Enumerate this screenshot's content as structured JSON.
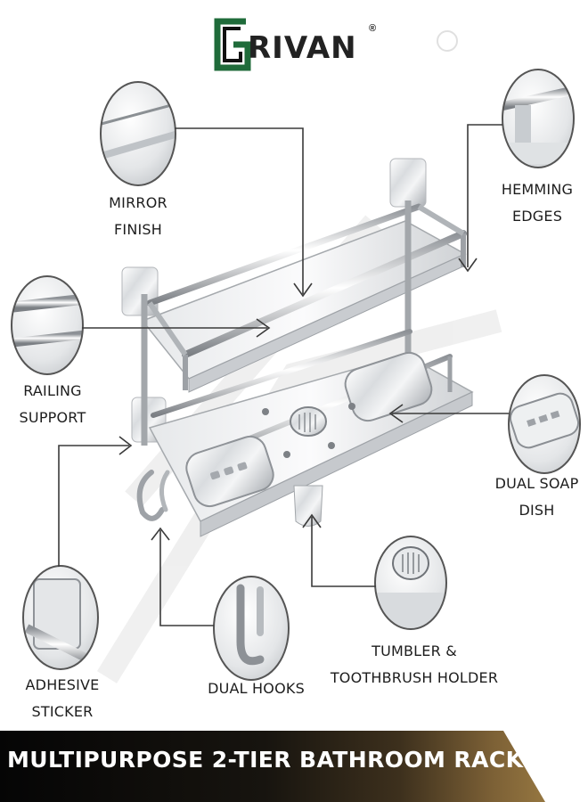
{
  "brand": {
    "name": "RIVAN",
    "mark": "G",
    "registered": "®"
  },
  "features": {
    "mirror_finish": [
      "MIRROR",
      "FINISH"
    ],
    "hemming_edges": [
      "HEMMING",
      "EDGES"
    ],
    "railing_support": [
      "RAILING",
      "SUPPORT"
    ],
    "dual_soap_dish": [
      "DUAL SOAP",
      "DISH"
    ],
    "adhesive_sticker": [
      "ADHESIVE",
      "STICKER"
    ],
    "dual_hooks": [
      "DUAL HOOKS"
    ],
    "tumbler_holder": [
      "TUMBLER &",
      "TOOTHBRUSH HOLDER"
    ]
  },
  "banner": {
    "title": "MULTIPURPOSE 2-TIER BATHROOM RACK"
  },
  "colors": {
    "logo_green": "#1f6b3a",
    "text": "#1d1d1d",
    "banner_dark": "#050505",
    "banner_gold": "#a98849"
  }
}
